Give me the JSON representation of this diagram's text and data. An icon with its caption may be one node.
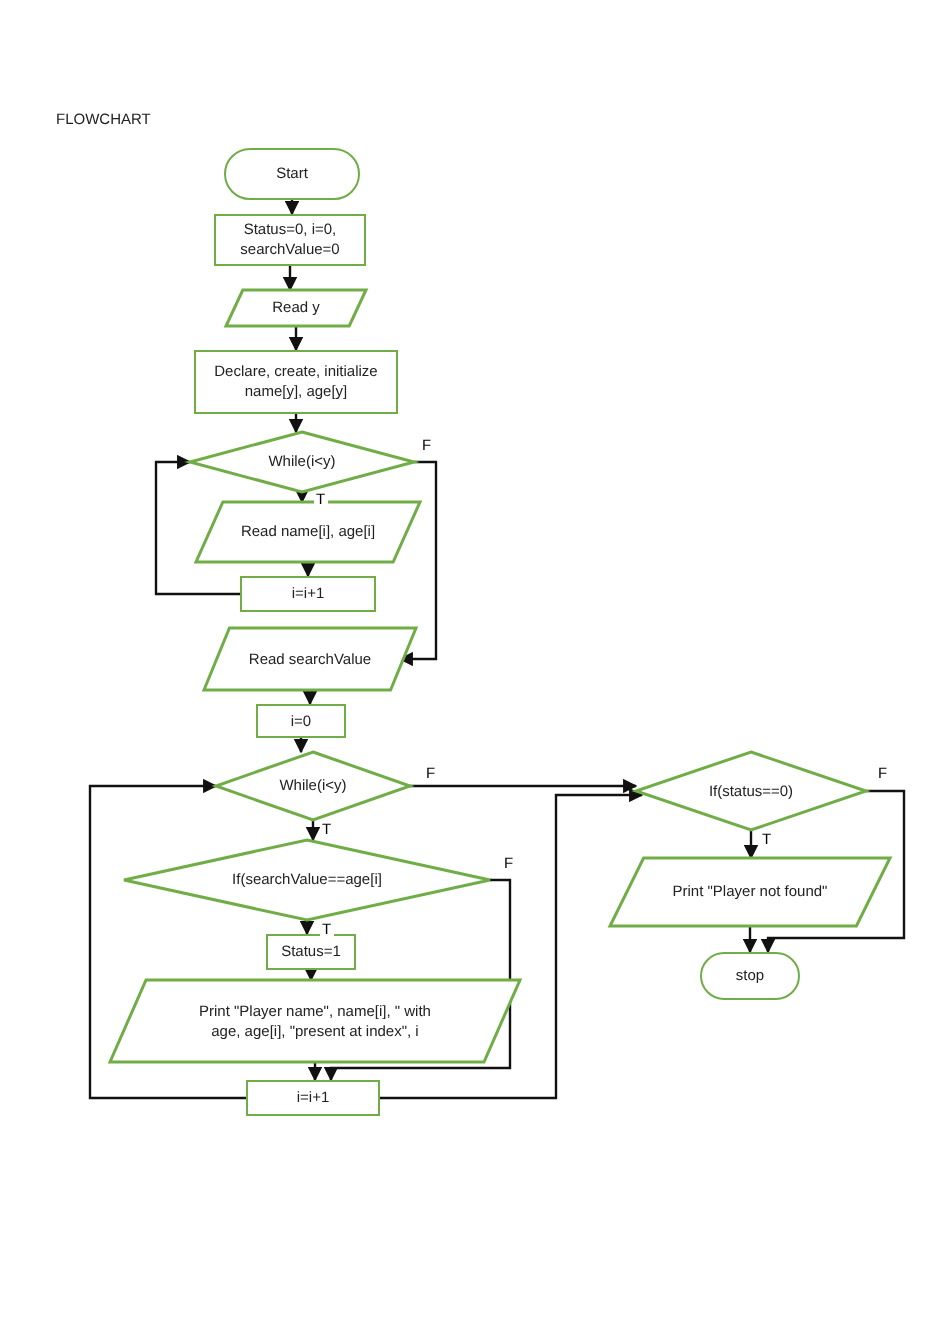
{
  "diagram": {
    "title": "FLOWCHART",
    "nodes": [
      {
        "text": [
          "Start"
        ]
      },
      {
        "text": [
          "Status=0, i=0, searchValue=0"
        ]
      },
      {
        "text": [
          "Read y"
        ]
      },
      {
        "text": [
          "Declare, create, initialize name[y], age[y]"
        ]
      },
      {
        "text": [
          "While(i<y)"
        ]
      },
      {
        "text": [
          "Read name[i], age[i]"
        ]
      },
      {
        "text": [
          "i=i+1"
        ]
      },
      {
        "text": [
          "Read searchValue"
        ]
      },
      {
        "text": [
          "i=0"
        ]
      },
      {
        "text": [
          "While(i<y)"
        ]
      },
      {
        "text": [
          "If(searchValue==age[i]"
        ]
      },
      {
        "text": [
          "Status=1"
        ]
      },
      {
        "text": [
          "Print \"Player name\", name[i], \" with age, age[i], \"present at index\", i"
        ]
      },
      {
        "text": [
          "i=i+1"
        ]
      },
      {
        "text": [
          "If(status==0)"
        ]
      },
      {
        "text": [
          "Print \"Player not found\""
        ]
      },
      {
        "text": [
          "stop"
        ]
      }
    ],
    "edges": [
      {
        "from": 0,
        "to": 1,
        "arrow": "to"
      },
      {
        "from": 1,
        "to": 2,
        "arrow": "to"
      },
      {
        "from": 2,
        "to": 3,
        "arrow": "to"
      },
      {
        "from": 3,
        "to": 4,
        "arrow": "to"
      },
      {
        "from": 4,
        "to": 5,
        "arrow": "to",
        "label": "T"
      },
      {
        "from": 5,
        "to": 6,
        "arrow": "to"
      },
      {
        "from": 6,
        "to": 4,
        "arrow": "to"
      },
      {
        "from": 4,
        "to": 7,
        "arrow": "to",
        "label": "F"
      },
      {
        "from": 7,
        "to": 8,
        "arrow": "to"
      },
      {
        "from": 8,
        "to": 9,
        "arrow": "to"
      },
      {
        "from": 9,
        "to": 10,
        "arrow": "to",
        "label": "T"
      },
      {
        "from": 10,
        "to": 11,
        "arrow": "to",
        "label": "T"
      },
      {
        "from": 11,
        "to": 12,
        "arrow": "to"
      },
      {
        "from": 12,
        "to": 13,
        "arrow": "to"
      },
      {
        "from": 10,
        "to": 13,
        "arrow": "to",
        "label": "F"
      },
      {
        "from": 13,
        "to": 9,
        "arrow": "to"
      },
      {
        "from": 9,
        "to": 14,
        "arrow": "to",
        "label": "F"
      },
      {
        "from": 13,
        "to": 14,
        "arrow": "to"
      },
      {
        "from": 14,
        "to": 15,
        "arrow": "to",
        "label": "T"
      },
      {
        "from": 15,
        "to": 16,
        "arrow": "to"
      },
      {
        "from": 14,
        "to": 16,
        "arrow": "to",
        "label": "F"
      }
    ]
  }
}
